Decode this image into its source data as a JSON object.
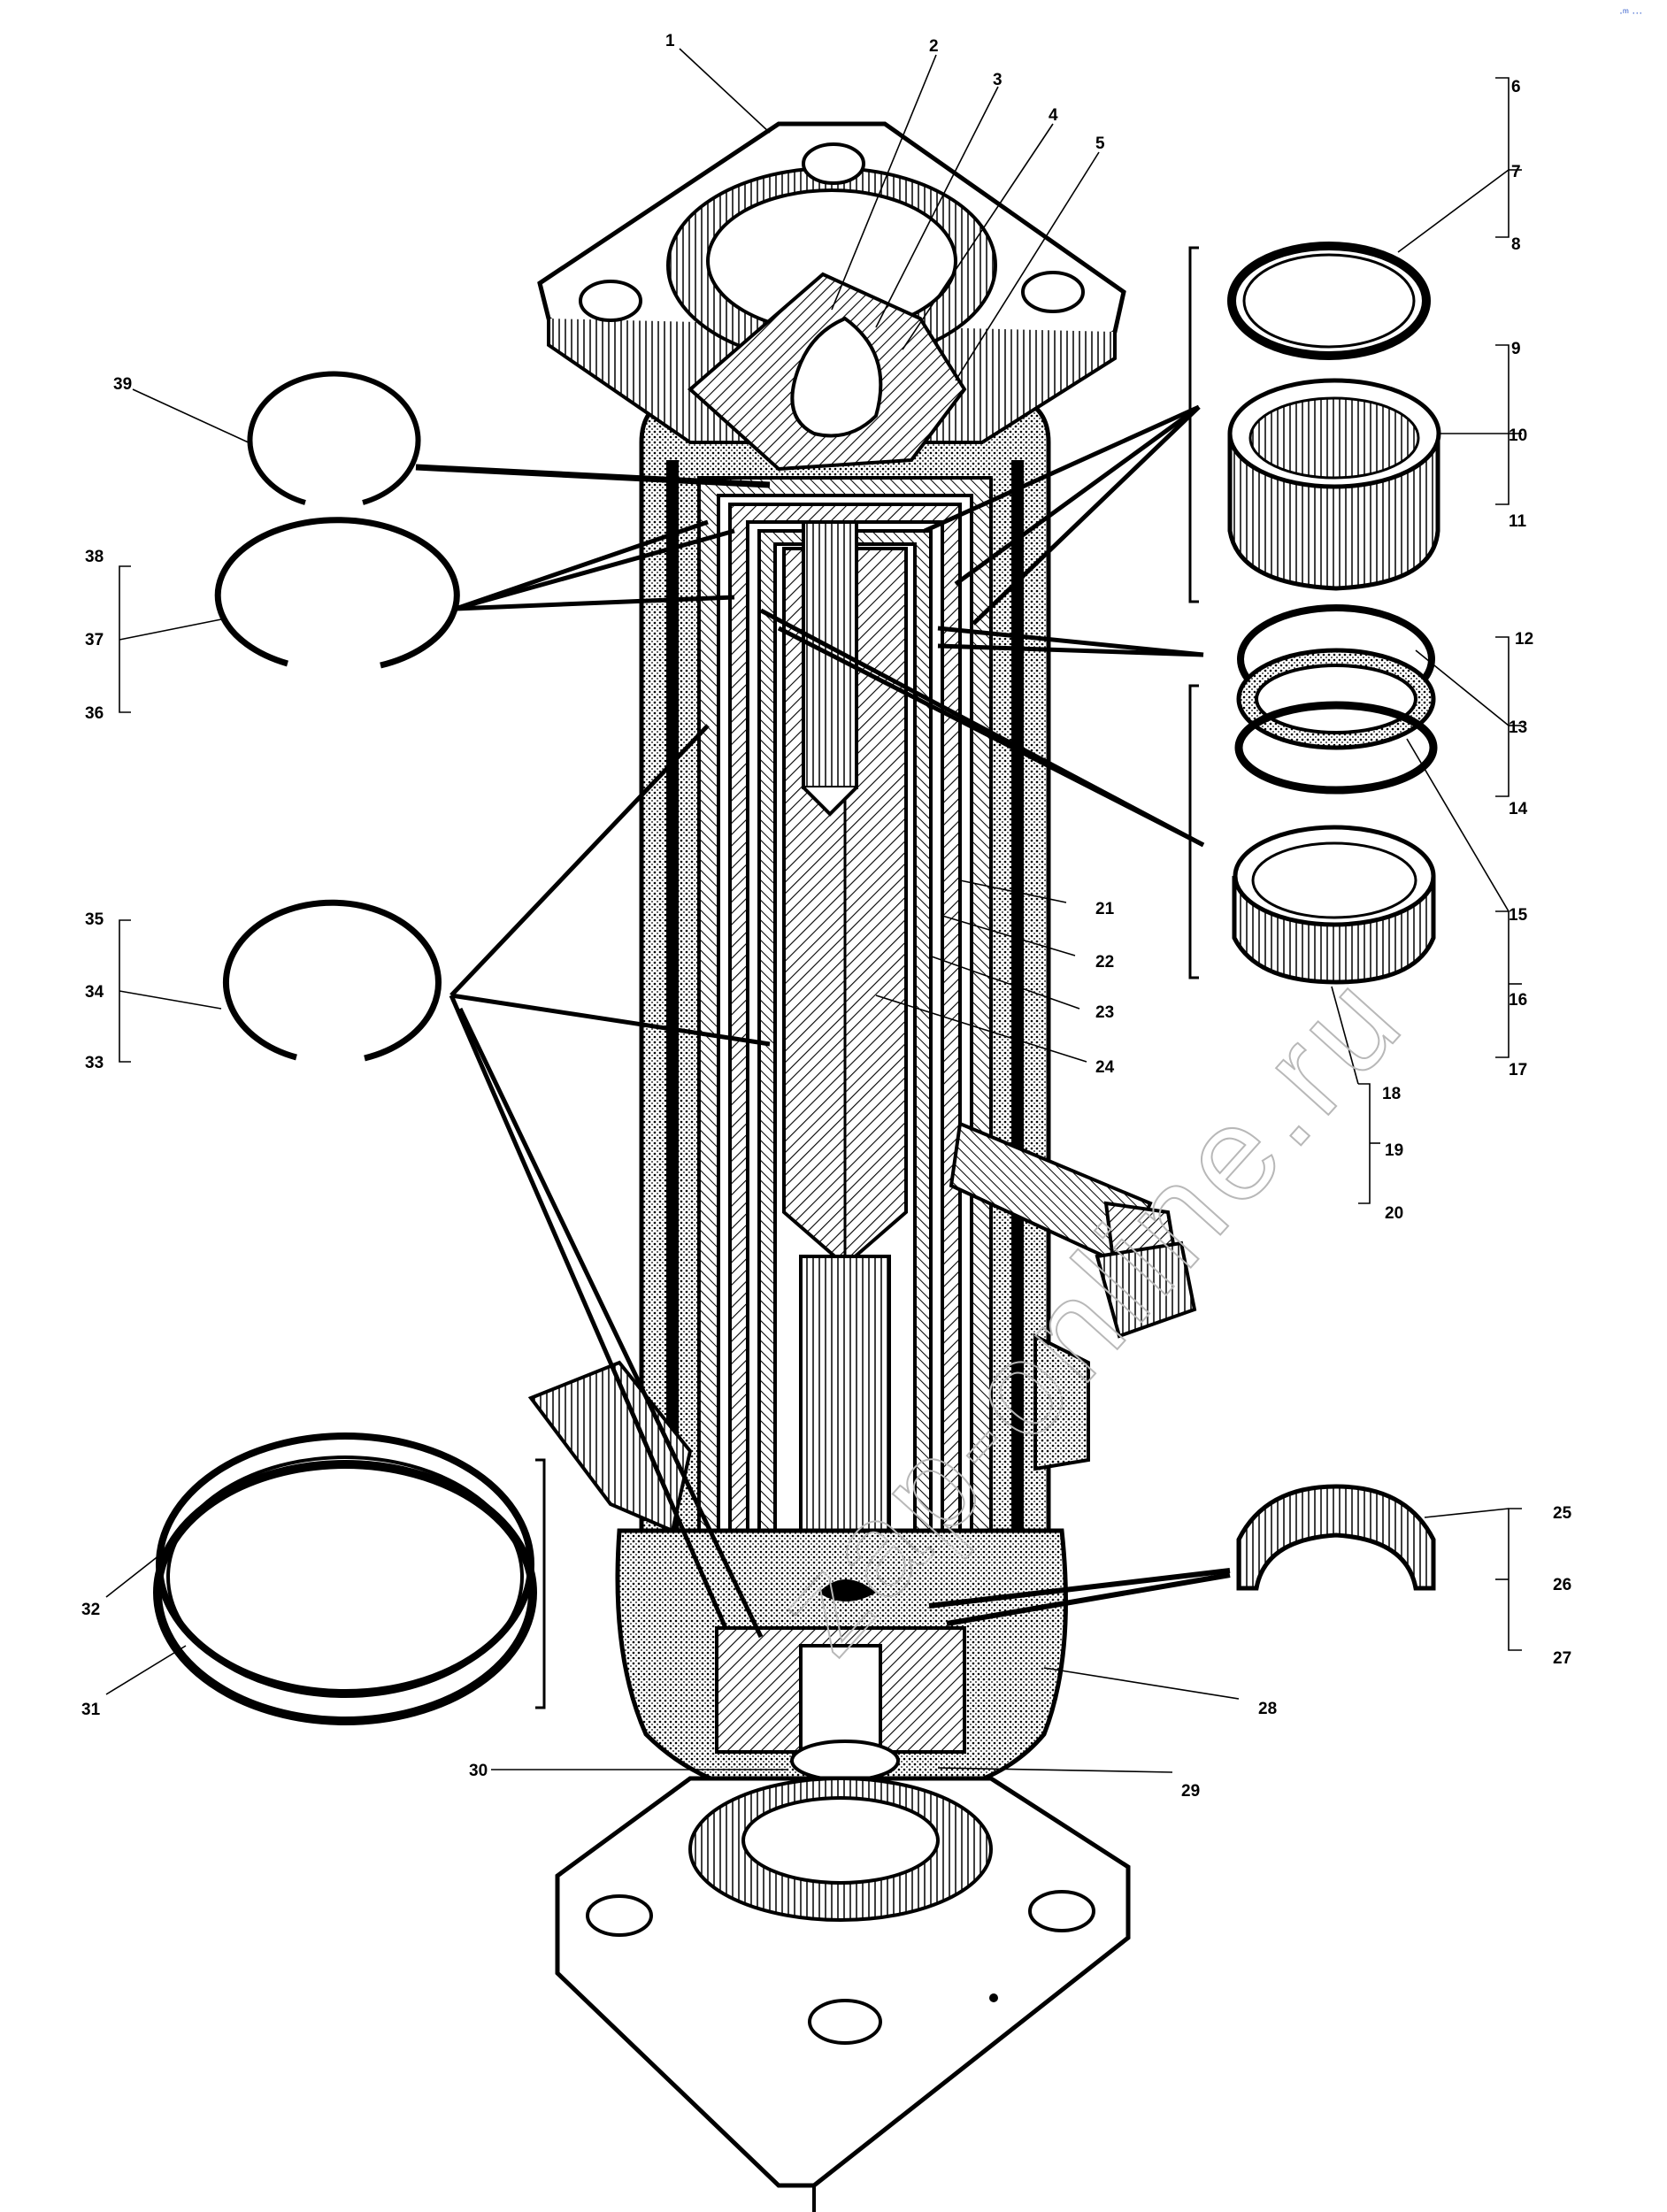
{
  "watermark": "zap-online.ru",
  "corner_mark": "·ᵐ ···",
  "callouts": [
    "1",
    "2",
    "3",
    "4",
    "5",
    "6",
    "7",
    "8",
    "9",
    "10",
    "11",
    "12",
    "13",
    "14",
    "15",
    "16",
    "17",
    "18",
    "19",
    "20",
    "21",
    "22",
    "23",
    "24",
    "25",
    "26",
    "27",
    "28",
    "29",
    "30",
    "31",
    "32",
    "33",
    "34",
    "35",
    "36",
    "37",
    "38",
    "39"
  ]
}
